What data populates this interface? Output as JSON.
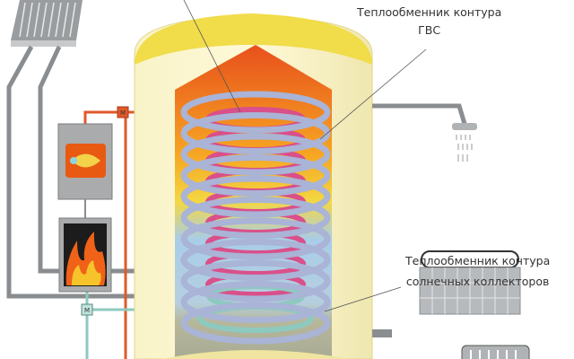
{
  "labels": {
    "dhw_exchanger": {
      "line1": "Теплообменник контура",
      "line2": "ГВС"
    },
    "solar_exchanger": {
      "line1": "Теплообменник контура",
      "line2": "солнечных коллекторов"
    }
  },
  "valves": {
    "top": "M",
    "bottom": "M"
  },
  "colors": {
    "hot_pipe": "#e0582a",
    "cold_pipe": "#8ec9bf",
    "gray_pipe": "#8a8d90",
    "tank": "#f4e27a",
    "coil_outer": "#a9b4d6",
    "coil_inner": "#d9508a"
  }
}
